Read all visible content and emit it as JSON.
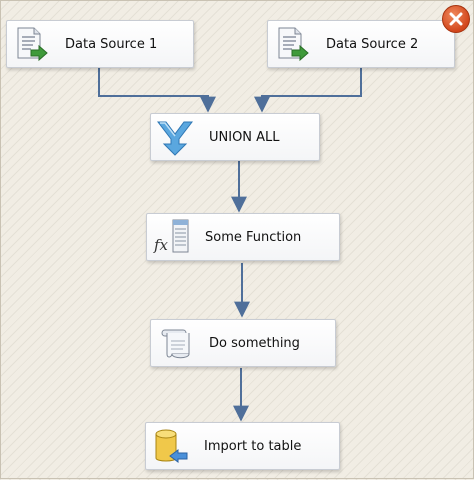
{
  "nodes": [
    {
      "id": "source1",
      "label": "Data Source 1",
      "icon": "data-source-icon"
    },
    {
      "id": "source2",
      "label": "Data Source 2",
      "icon": "data-source-icon"
    },
    {
      "id": "union",
      "label": "UNION ALL",
      "icon": "union-all-icon"
    },
    {
      "id": "function",
      "label": "Some Function",
      "icon": "function-icon"
    },
    {
      "id": "script",
      "label": "Do something",
      "icon": "script-icon"
    },
    {
      "id": "destination",
      "label": "Import to table",
      "icon": "database-import-icon"
    }
  ],
  "edges": [
    {
      "from": "source1",
      "to": "union"
    },
    {
      "from": "source2",
      "to": "union"
    },
    {
      "from": "union",
      "to": "function"
    },
    {
      "from": "function",
      "to": "script"
    },
    {
      "from": "script",
      "to": "destination"
    }
  ],
  "close_icon": "close-icon",
  "colors": {
    "wire": "#4f6f9a",
    "close": "#d2461c"
  }
}
